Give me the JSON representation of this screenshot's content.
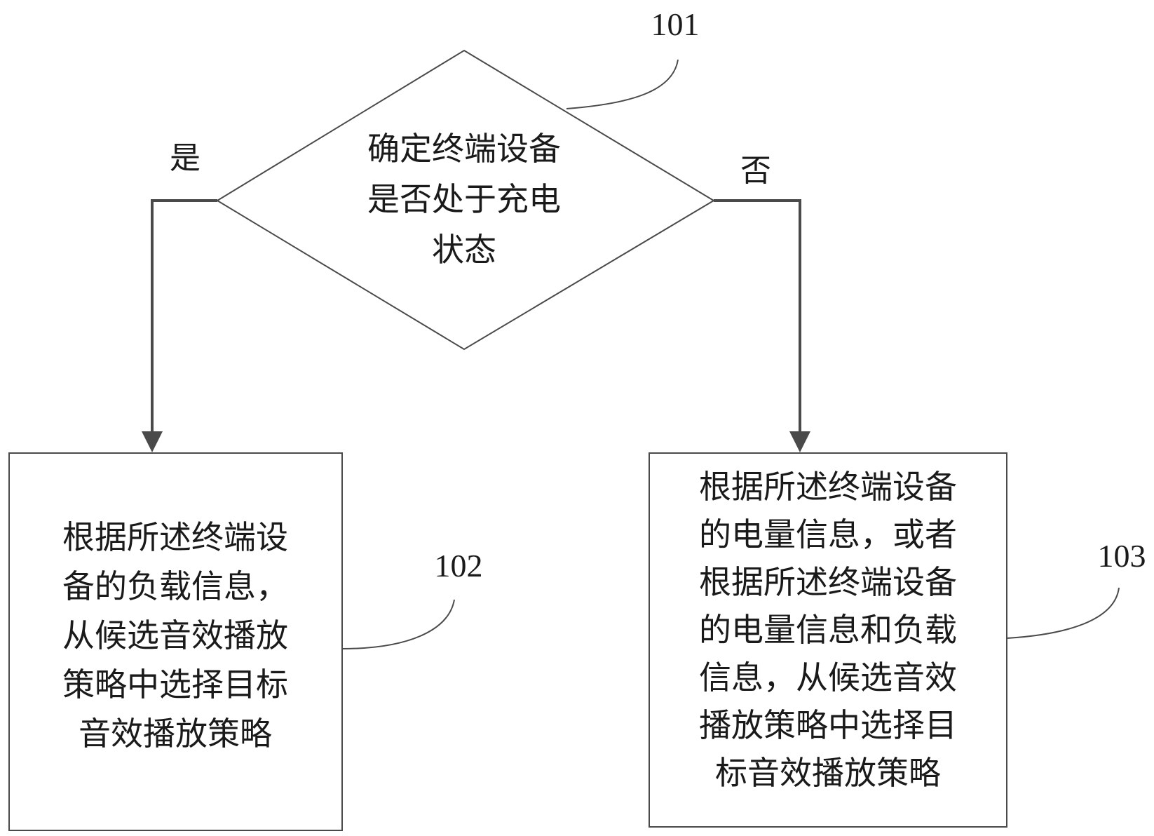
{
  "diagram": {
    "decision": {
      "ref": "101",
      "lines": [
        "确定终端设备",
        "是否处于充电",
        "状态"
      ]
    },
    "branch_yes": "是",
    "branch_no": "否",
    "left_box": {
      "ref": "102",
      "lines": [
        "根据所述终端设",
        "备的负载信息，",
        "从候选音效播放",
        "策略中选择目标",
        "音效播放策略"
      ]
    },
    "right_box": {
      "ref": "103",
      "lines": [
        "根据所述终端设备",
        "的电量信息，或者",
        "根据所述终端设备",
        "的电量信息和负载",
        "信息，从候选音效",
        "播放策略中选择目",
        "标音效播放策略"
      ]
    },
    "colors": {
      "line": "#4a4a4a",
      "text": "#1a1a1a",
      "background": "#ffffff"
    }
  }
}
